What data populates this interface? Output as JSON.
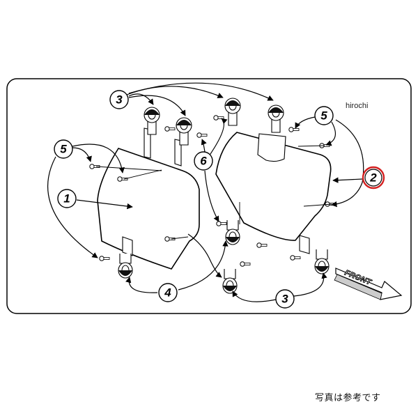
{
  "brand_text": "hirochi",
  "caption_text": "写真は参考です",
  "front_label": "FRONT",
  "part_callouts": [
    "1",
    "2",
    "3",
    "3",
    "4",
    "5",
    "5",
    "6"
  ]
}
